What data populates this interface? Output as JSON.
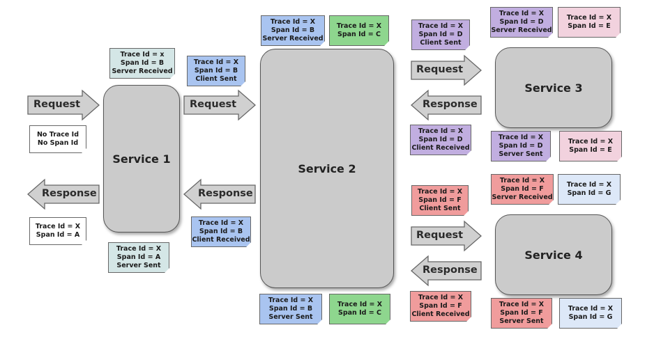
{
  "services": {
    "s1": "Service 1",
    "s2": "Service 2",
    "s3": "Service 3",
    "s4": "Service 4"
  },
  "arrows": {
    "req1": "Request",
    "req2": "Request",
    "req3": "Request",
    "req4": "Request",
    "resp1": "Response",
    "resp2": "Response",
    "resp3": "Response",
    "resp4": "Response"
  },
  "notes": {
    "n_no": [
      "No Trace Id",
      "No Span Id"
    ],
    "n_sa": [
      "Trace Id = X",
      "Span Id = A"
    ],
    "n_s1_top": [
      "Trace Id = x",
      "Span Id = B",
      "Server Received"
    ],
    "n_s1_bot": [
      "Trace Id = X",
      "Span Id = A",
      "Server Sent"
    ],
    "n_cs_b": [
      "Trace Id = X",
      "Span Id = B",
      "Client Sent"
    ],
    "n_cr_b": [
      "Trace Id = X",
      "Span Id = B",
      "Client Received"
    ],
    "n_s2_sr": [
      "Trace Id = X",
      "Span Id = B",
      "Server Received"
    ],
    "n_s2_c_top": [
      "Trace Id = X",
      "Span Id = C"
    ],
    "n_s2_ss": [
      "Trace Id = X",
      "Span Id = B",
      "Server Sent"
    ],
    "n_s2_c_bot": [
      "Trace Id = X",
      "Span Id = C"
    ],
    "n_cs_d": [
      "Trace Id = X",
      "Span Id = D",
      "Client Sent"
    ],
    "n_cr_d": [
      "Trace Id = X",
      "Span Id = D",
      "Client Received"
    ],
    "n_s3_sr": [
      "Trace Id = X",
      "Span Id = D",
      "Server Received"
    ],
    "n_s3_e_top": [
      "Trace Id = X",
      "Span Id = E"
    ],
    "n_s3_ss": [
      "Trace Id = X",
      "Span Id = D",
      "Server Sent"
    ],
    "n_s3_e_bot": [
      "Trace Id = X",
      "Span Id = E"
    ],
    "n_cs_f": [
      "Trace Id = X",
      "Span Id = F",
      "Client Sent"
    ],
    "n_cr_f": [
      "Trace Id = X",
      "Span Id = F",
      "Client Received"
    ],
    "n_s4_sr": [
      "Trace Id = X",
      "Span Id = F",
      "Server Received"
    ],
    "n_s4_g_top": [
      "Trace Id = X",
      "Span Id = G"
    ],
    "n_s4_ss": [
      "Trace Id = X",
      "Span Id = F",
      "Server Sent"
    ],
    "n_s4_g_bot": [
      "Trace Id = X",
      "Span Id = G"
    ]
  },
  "colors": {
    "service_fill": "#cbcbcb",
    "arrow_fill": "#d0d0d0",
    "blue": "#a9c4f0",
    "green": "#8ed68e",
    "purple": "#c1aee0",
    "pink": "#f2d2de",
    "red": "#f09c9c",
    "teal": "#d4e6e6"
  }
}
